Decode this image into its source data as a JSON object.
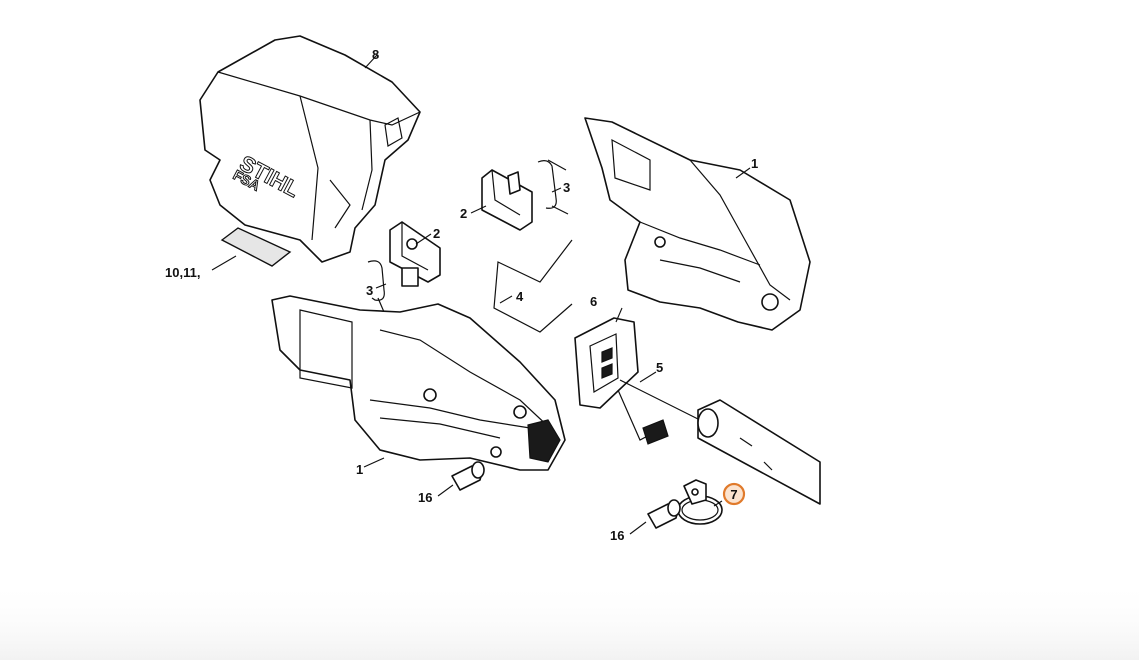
{
  "labels": {
    "housing_cover_top": "8",
    "housing_shell_right": "1",
    "housing_shell_left": "1",
    "trigger_left": "2",
    "trigger_right": "2",
    "spring_left": "3",
    "spring_right": "3",
    "wire_bracket": "4",
    "cable": "5",
    "switch": "6",
    "clamp": "7",
    "screw_left": "16",
    "screw_right": "16",
    "decal_set": "10,11,"
  },
  "logo": {
    "brand": "STIHL",
    "model": "FSA"
  },
  "highlight": {
    "part_label": "7",
    "color": "#e07a2b"
  }
}
